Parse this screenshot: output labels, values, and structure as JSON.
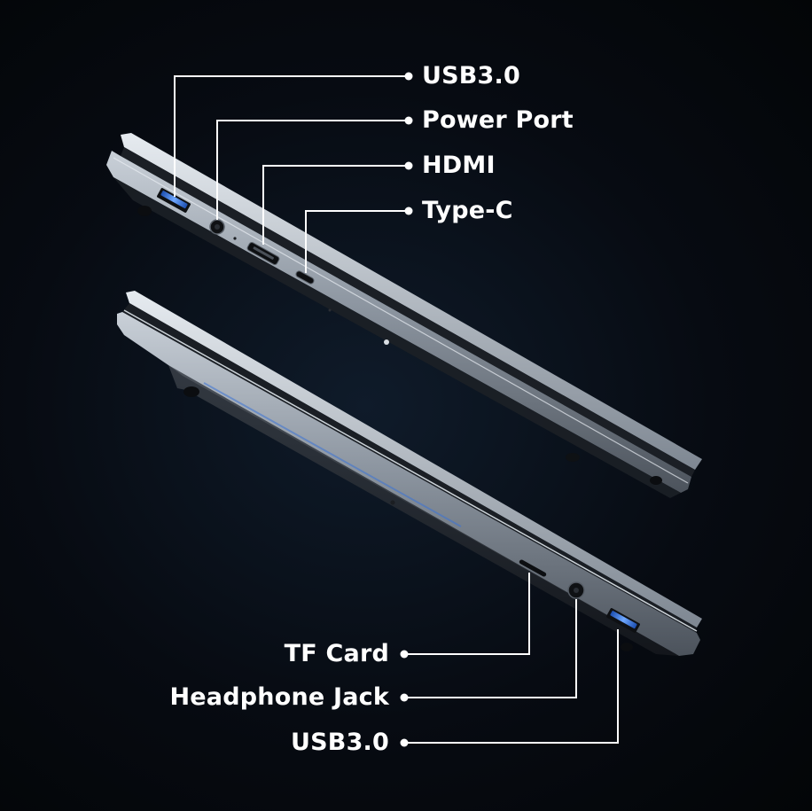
{
  "top_laptop": {
    "ports": [
      {
        "label": "USB3.0",
        "icon": "usb-a-port-icon"
      },
      {
        "label": "Power Port",
        "icon": "dc-power-port-icon"
      },
      {
        "label": "HDMI",
        "icon": "hdmi-port-icon"
      },
      {
        "label": "Type-C",
        "icon": "usb-c-port-icon"
      }
    ]
  },
  "bottom_laptop": {
    "ports": [
      {
        "label": "TF Card",
        "icon": "tf-card-slot-icon"
      },
      {
        "label": "Headphone Jack",
        "icon": "headphone-jack-icon"
      },
      {
        "label": "USB3.0",
        "icon": "usb-a-port-icon"
      }
    ]
  },
  "colors": {
    "background": "#05080d",
    "callout_line": "#ffffff",
    "chassis": "#9aa3ae",
    "usb_accent": "#2f7ff0"
  }
}
